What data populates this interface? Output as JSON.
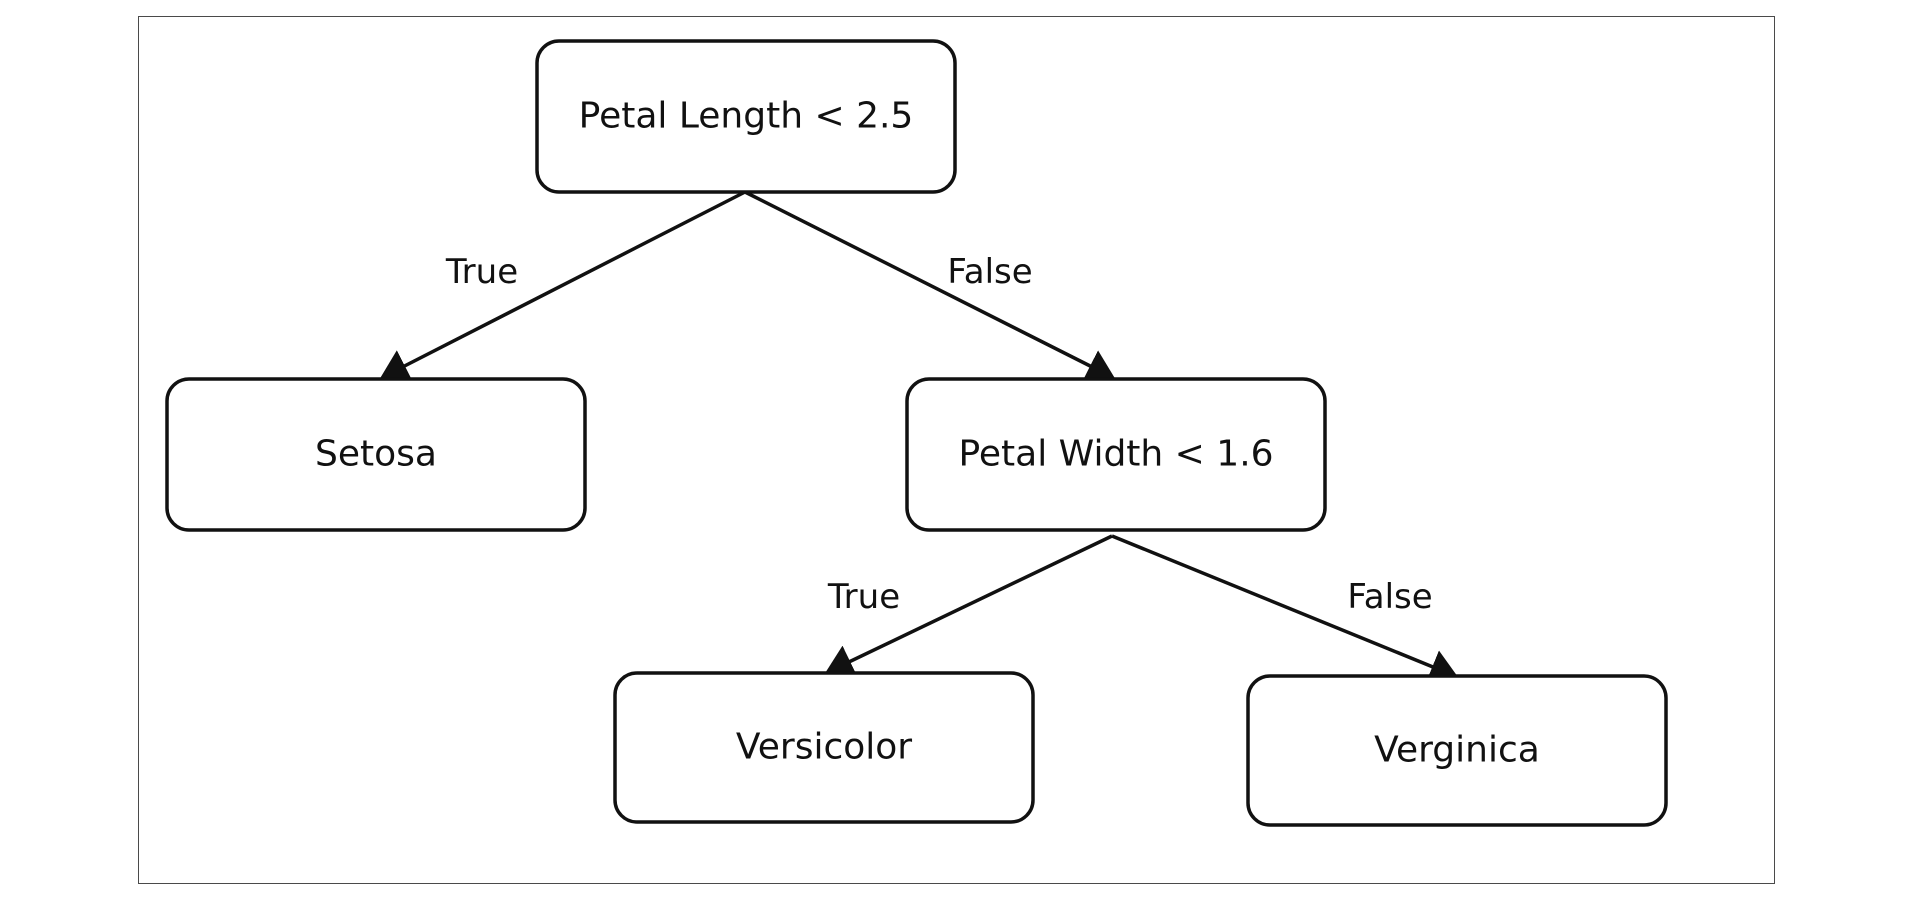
{
  "tree": {
    "root": {
      "label": "Petal Length < 2.5"
    },
    "left_leaf": {
      "label": "Setosa"
    },
    "right_split": {
      "label": "Petal Width < 1.6"
    },
    "right_left_leaf": {
      "label": "Versicolor"
    },
    "right_right_leaf": {
      "label": "Verginica"
    },
    "edges": {
      "root_true": "True",
      "root_false": "False",
      "split_true": "True",
      "split_false": "False"
    }
  },
  "colors": {
    "line": "#111111",
    "frame": "#4a4a4a",
    "background": "#ffffff"
  }
}
